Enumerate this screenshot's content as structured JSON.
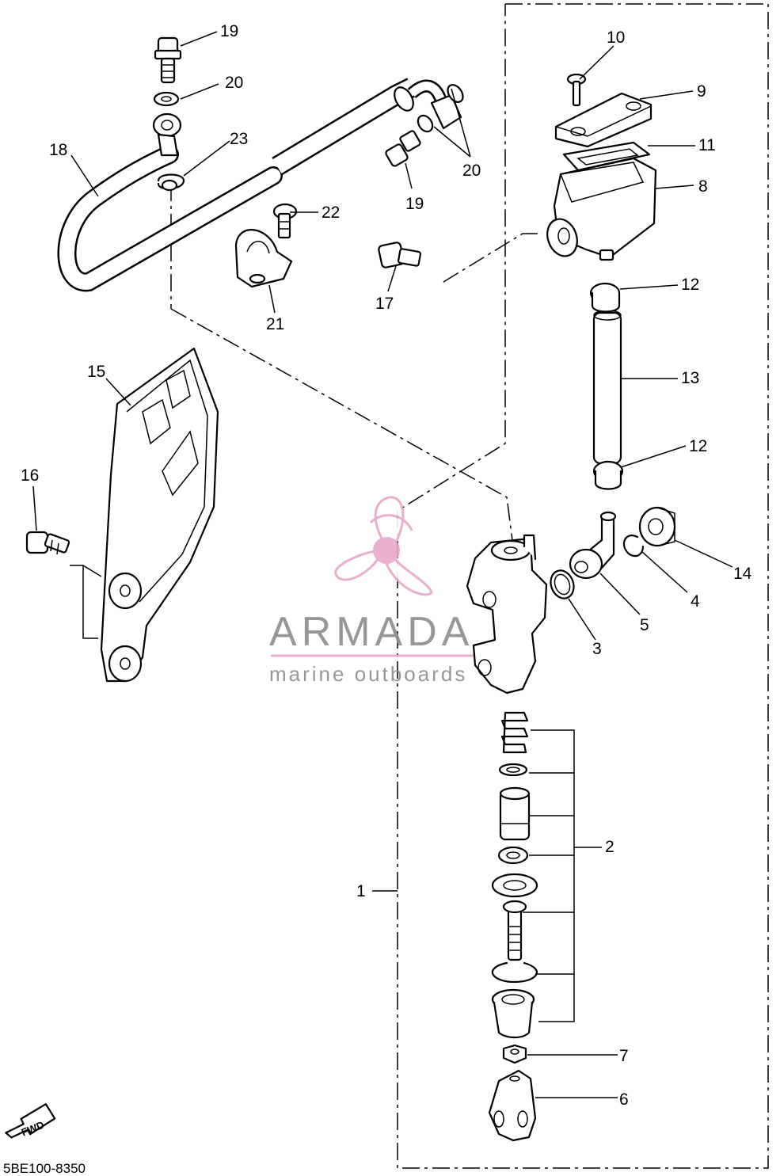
{
  "diagram_ref": "5BE100-8350",
  "fwd_label": "FWD",
  "watermark": {
    "brand": "ARMADA",
    "tagline": "marine outboards",
    "accent_color": "#e8a6c9",
    "text_color": "#8c8c8c"
  },
  "callouts": [
    "1",
    "2",
    "3",
    "4",
    "5",
    "6",
    "7",
    "8",
    "9",
    "10",
    "11",
    "12",
    "12",
    "13",
    "14",
    "15",
    "16",
    "17",
    "18",
    "19",
    "19",
    "20",
    "20",
    "21",
    "22",
    "23"
  ]
}
